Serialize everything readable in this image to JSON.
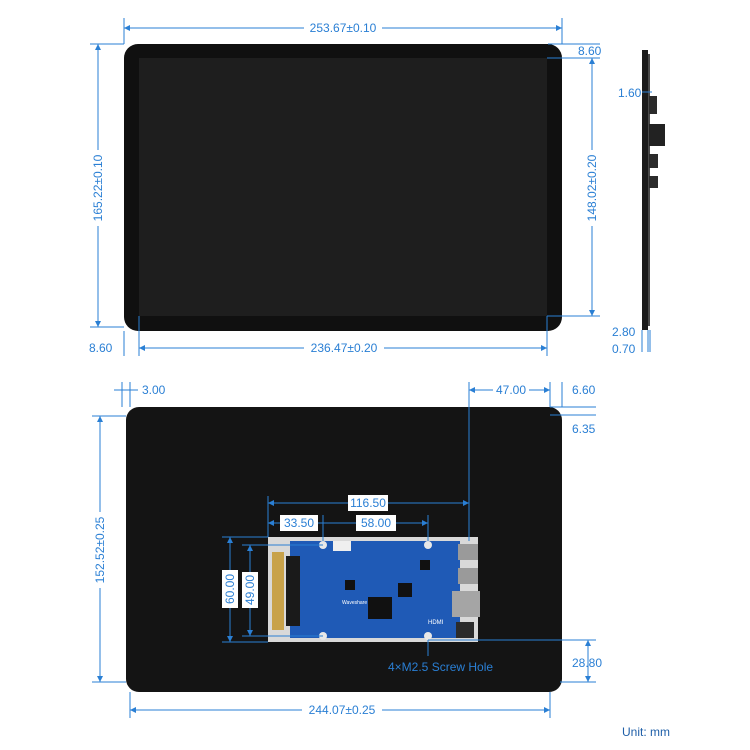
{
  "front_view": {
    "overall_width": "253.67±0.10",
    "overall_height": "165.22±0.10",
    "active_width": "236.47±0.20",
    "active_height": "148.02±0.20",
    "bezel_top_right": "8.60",
    "bezel_bottom_left": "8.60"
  },
  "side_view": {
    "top_offset": "1.60",
    "glass_thickness": "2.80",
    "backplate_thickness": "0.70"
  },
  "back_view": {
    "left_margin": "3.00",
    "right_offset": "47.00",
    "right_edge": "6.60",
    "top_edge": "6.35",
    "overall_height": "152.52±0.25",
    "overall_width": "244.07±0.25",
    "board_width": "116.50",
    "hole_span_a": "33.50",
    "hole_span_b": "58.00",
    "board_height": "60.00",
    "hole_height": "49.00",
    "bottom_offset": "28.80",
    "screw_note": "4×M2.5 Screw Hole",
    "board_text": "HDMI",
    "brand_text": "Waveshare"
  },
  "unit_label": "Unit: mm",
  "colors": {
    "dimension": "#2a7fd4",
    "panel": "#121212",
    "screen": "#1d1d1d",
    "board": "#1e58b4",
    "board_border": "#d8d8d8"
  }
}
